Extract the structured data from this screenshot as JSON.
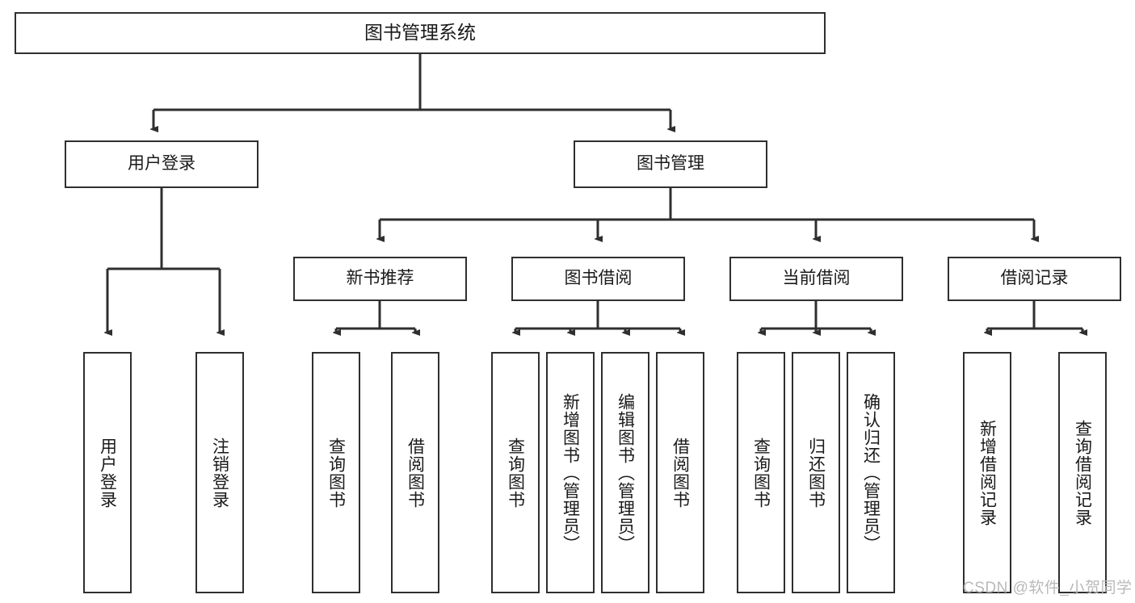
{
  "diagram": {
    "title": "图书管理系统",
    "type": "hierarchy-tree",
    "watermark": "CSDN @软件_小贺同学",
    "colors": {
      "stroke": "#2f2f2f",
      "fill": "#ffffff",
      "text": "#1a1a1a",
      "watermark": "#b9b9b9"
    },
    "nodes": {
      "root": {
        "label": "图书管理系统",
        "level": 1
      },
      "l2": [
        {
          "id": "user-login",
          "label": "用户登录",
          "level": 2
        },
        {
          "id": "book-manage",
          "label": "图书管理",
          "level": 2
        }
      ],
      "l3": [
        {
          "id": "new-book-recommend",
          "label": "新书推荐",
          "level": 3
        },
        {
          "id": "book-borrow",
          "label": "图书借阅",
          "level": 3
        },
        {
          "id": "current-borrow",
          "label": "当前借阅",
          "level": 3
        },
        {
          "id": "borrow-record",
          "label": "借阅记录",
          "level": 3
        }
      ],
      "leaves": [
        {
          "id": "leaf-user-login",
          "label": "用户登录",
          "parent": "user-login"
        },
        {
          "id": "leaf-logout-login",
          "label": "注销登录",
          "parent": "user-login"
        },
        {
          "id": "leaf-query-book-1",
          "label": "查询图书",
          "parent": "new-book-recommend"
        },
        {
          "id": "leaf-borrow-book-1",
          "label": "借阅图书",
          "parent": "new-book-recommend"
        },
        {
          "id": "leaf-query-book-2",
          "label": "查询图书",
          "parent": "book-borrow"
        },
        {
          "id": "leaf-add-book",
          "label": "新增图书（管理员）",
          "parent": "book-borrow"
        },
        {
          "id": "leaf-edit-book",
          "label": "编辑图书（管理员）",
          "parent": "book-borrow"
        },
        {
          "id": "leaf-borrow-book-2",
          "label": "借阅图书",
          "parent": "book-borrow"
        },
        {
          "id": "leaf-query-book-3",
          "label": "查询图书",
          "parent": "current-borrow"
        },
        {
          "id": "leaf-return-book",
          "label": "归还图书",
          "parent": "current-borrow"
        },
        {
          "id": "leaf-confirm-return",
          "label": "确认归还（管理员）",
          "parent": "current-borrow"
        },
        {
          "id": "leaf-add-record",
          "label": "新增借阅记录",
          "parent": "borrow-record"
        },
        {
          "id": "leaf-query-record",
          "label": "查询借阅记录",
          "parent": "borrow-record"
        }
      ]
    }
  }
}
